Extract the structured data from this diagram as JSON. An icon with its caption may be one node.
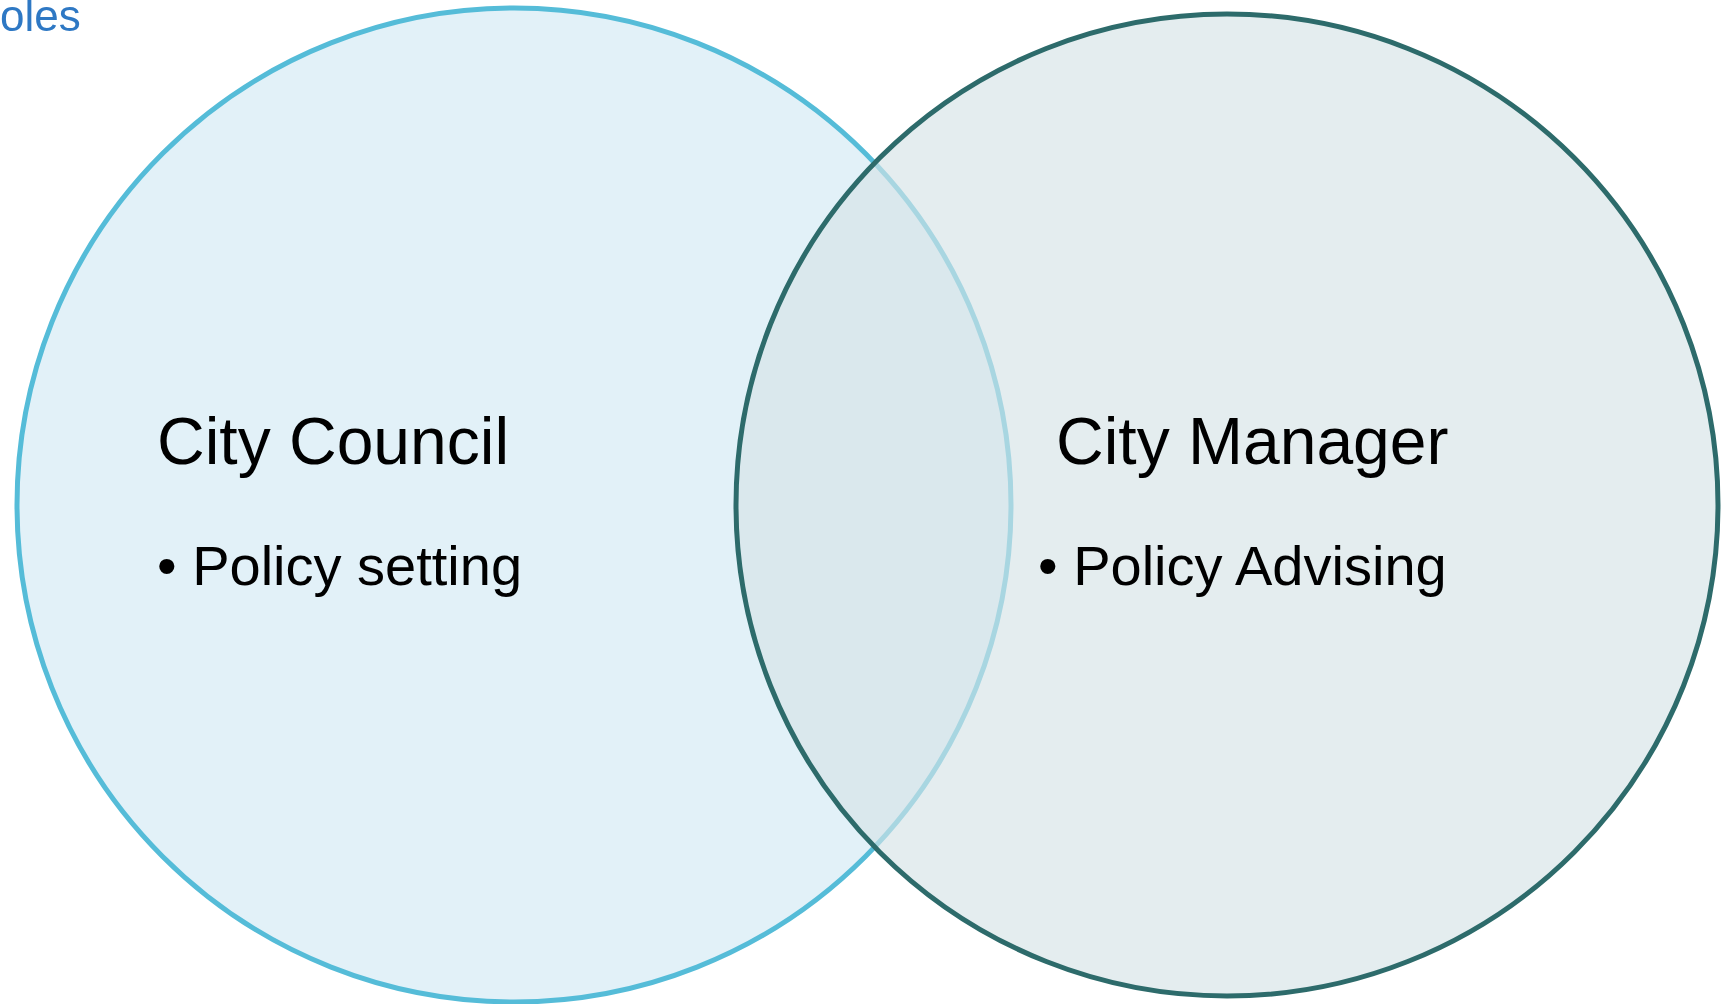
{
  "diagram": {
    "title": "oles",
    "nodes": [
      {
        "text": [
          "City Council",
          "• Policy setting"
        ]
      },
      {
        "text": [
          "City Manager",
          "• Policy Advising"
        ]
      }
    ]
  }
}
